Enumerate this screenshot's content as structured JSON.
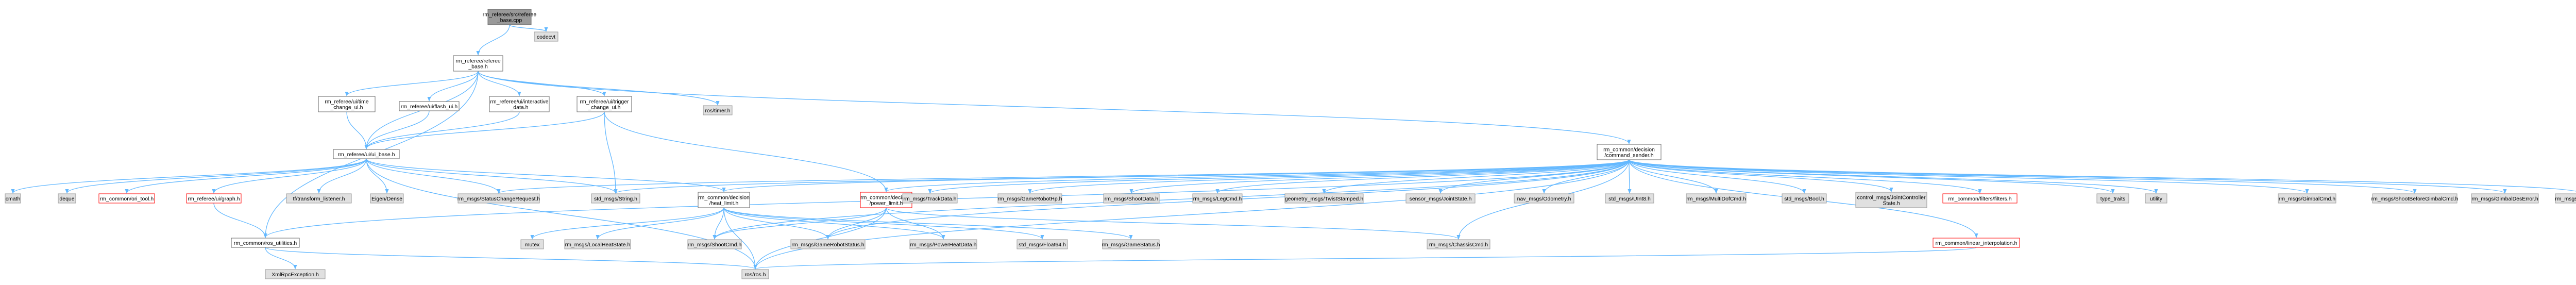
{
  "graph": {
    "nodes": [
      {
        "id": "root",
        "lines": [
          "rm_referee/src/referee",
          "_base.cpp"
        ],
        "kind": "root"
      },
      {
        "id": "codecvt",
        "lines": [
          "codecvt"
        ],
        "kind": "system"
      },
      {
        "id": "ref_base_h",
        "lines": [
          "rm_referee/referee",
          "_base.h"
        ],
        "kind": "local"
      },
      {
        "id": "ros_timer",
        "lines": [
          "ros/timer.h"
        ],
        "kind": "system"
      },
      {
        "id": "time_change",
        "lines": [
          "rm_referee/ui/time",
          "_change_ui.h"
        ],
        "kind": "local"
      },
      {
        "id": "flash_ui",
        "lines": [
          "rm_referee/ui/flash_ui.h"
        ],
        "kind": "local"
      },
      {
        "id": "interactive",
        "lines": [
          "rm_referee/ui/interactive",
          "_data.h"
        ],
        "kind": "local"
      },
      {
        "id": "trigger",
        "lines": [
          "rm_referee/ui/trigger",
          "_change_ui.h"
        ],
        "kind": "local"
      },
      {
        "id": "cmd_sender",
        "lines": [
          "rm_common/decision",
          "/command_sender.h"
        ],
        "kind": "local"
      },
      {
        "id": "ui_base",
        "lines": [
          "rm_referee/ui/ui_base.h"
        ],
        "kind": "local"
      },
      {
        "id": "cmath",
        "lines": [
          "cmath"
        ],
        "kind": "system"
      },
      {
        "id": "deque",
        "lines": [
          "deque"
        ],
        "kind": "system"
      },
      {
        "id": "ori_tool",
        "lines": [
          "rm_common/ori_tool.h"
        ],
        "kind": "missing"
      },
      {
        "id": "graph_h",
        "lines": [
          "rm_referee/ui/graph.h"
        ],
        "kind": "missing"
      },
      {
        "id": "tf_listener",
        "lines": [
          "tf/transform_listener.h"
        ],
        "kind": "system"
      },
      {
        "id": "eigen",
        "lines": [
          "Eigen/Dense"
        ],
        "kind": "system"
      },
      {
        "id": "status_change",
        "lines": [
          "rm_msgs/StatusChangeRequest.h"
        ],
        "kind": "system"
      },
      {
        "id": "std_string",
        "lines": [
          "std_msgs/String.h"
        ],
        "kind": "system"
      },
      {
        "id": "heat_limit",
        "lines": [
          "rm_common/decision",
          "/heat_limit.h"
        ],
        "kind": "local"
      },
      {
        "id": "power_limit",
        "lines": [
          "rm_common/decision",
          "/power_limit.h"
        ],
        "kind": "missing"
      },
      {
        "id": "track_data",
        "lines": [
          "rm_msgs/TrackData.h"
        ],
        "kind": "system"
      },
      {
        "id": "game_robot_hp",
        "lines": [
          "rm_msgs/GameRobotHp.h"
        ],
        "kind": "system"
      },
      {
        "id": "shoot_data",
        "lines": [
          "rm_msgs/ShootData.h"
        ],
        "kind": "system"
      },
      {
        "id": "leg_cmd",
        "lines": [
          "rm_msgs/LegCmd.h"
        ],
        "kind": "system"
      },
      {
        "id": "twist_stamped",
        "lines": [
          "geometry_msgs/TwistStamped.h"
        ],
        "kind": "system"
      },
      {
        "id": "joint_state",
        "lines": [
          "sensor_msgs/JointState.h"
        ],
        "kind": "system"
      },
      {
        "id": "odometry",
        "lines": [
          "nav_msgs/Odometry.h"
        ],
        "kind": "system"
      },
      {
        "id": "uint8",
        "lines": [
          "std_msgs/UInt8.h"
        ],
        "kind": "system"
      },
      {
        "id": "multi_dof",
        "lines": [
          "rm_msgs/MultiDofCmd.h"
        ],
        "kind": "system"
      },
      {
        "id": "std_bool",
        "lines": [
          "std_msgs/Bool.h"
        ],
        "kind": "system"
      },
      {
        "id": "joint_ctrl_state",
        "lines": [
          "control_msgs/JointController",
          "State.h"
        ],
        "kind": "system"
      },
      {
        "id": "filters",
        "lines": [
          "rm_common/filters/filters.h"
        ],
        "kind": "missing"
      },
      {
        "id": "type_traits",
        "lines": [
          "type_traits"
        ],
        "kind": "system"
      },
      {
        "id": "utility",
        "lines": [
          "utility"
        ],
        "kind": "system"
      },
      {
        "id": "gimbal_cmd",
        "lines": [
          "rm_msgs/GimbalCmd.h"
        ],
        "kind": "system"
      },
      {
        "id": "shoot_before_gimbal",
        "lines": [
          "rm_msgs/ShootBeforeGimbalCmd.h"
        ],
        "kind": "system"
      },
      {
        "id": "gimbal_des_error",
        "lines": [
          "rm_msgs/GimbalDesError.h"
        ],
        "kind": "system"
      },
      {
        "id": "state_cmd",
        "lines": [
          "rm_msgs/StateCmd.h"
        ],
        "kind": "system"
      },
      {
        "id": "ros_utilities",
        "lines": [
          "rm_common/ros_utilities.h"
        ],
        "kind": "local"
      },
      {
        "id": "xmlrpc",
        "lines": [
          "XmlRpcException.h"
        ],
        "kind": "system"
      },
      {
        "id": "mutex",
        "lines": [
          "mutex"
        ],
        "kind": "system"
      },
      {
        "id": "local_heat",
        "lines": [
          "rm_msgs/LocalHeatState.h"
        ],
        "kind": "system"
      },
      {
        "id": "shoot_cmd",
        "lines": [
          "rm_msgs/ShootCmd.h"
        ],
        "kind": "system"
      },
      {
        "id": "game_robot_status",
        "lines": [
          "rm_msgs/GameRobotStatus.h"
        ],
        "kind": "system"
      },
      {
        "id": "power_heat",
        "lines": [
          "rm_msgs/PowerHeatData.h"
        ],
        "kind": "system"
      },
      {
        "id": "float64",
        "lines": [
          "std_msgs/Float64.h"
        ],
        "kind": "system"
      },
      {
        "id": "game_status",
        "lines": [
          "rm_msgs/GameStatus.h"
        ],
        "kind": "system"
      },
      {
        "id": "chassis_cmd",
        "lines": [
          "rm_msgs/ChassisCmd.h"
        ],
        "kind": "system"
      },
      {
        "id": "linear_interp",
        "lines": [
          "rm_common/linear_interpolation.h"
        ],
        "kind": "missing"
      },
      {
        "id": "ros_ros",
        "lines": [
          "ros/ros.h"
        ],
        "kind": "system"
      }
    ]
  }
}
